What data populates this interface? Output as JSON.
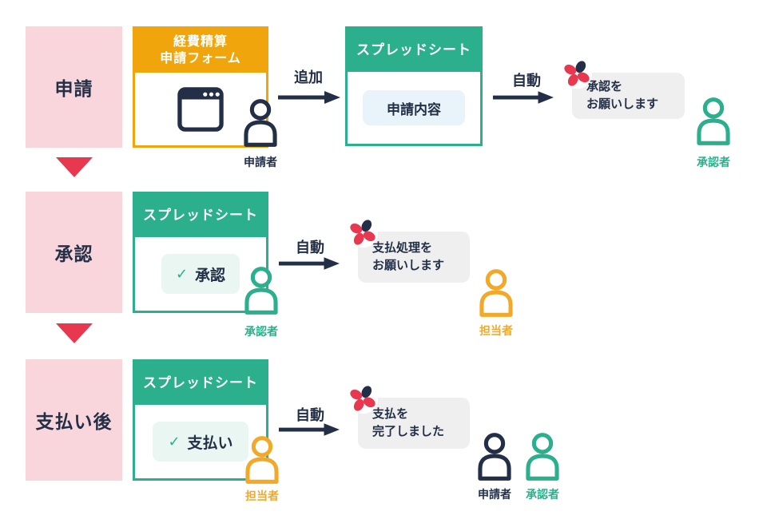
{
  "palette": {
    "navy": "#232F47",
    "green": "#2BAF8C",
    "orange": "#F0A50D",
    "orange-person": "#F2A929",
    "pink": "#F8D6DC",
    "red": "#E8384F",
    "bubble": "#EFEFEF",
    "chip-blue": "#E9F3FA",
    "chip-mint": "#E9F6F1"
  },
  "stages": [
    {
      "label": "申請"
    },
    {
      "label": "承認"
    },
    {
      "label": "支払い後"
    }
  ],
  "rows": [
    {
      "form_card": {
        "title_line1": "経費精算",
        "title_line2": "申請フォーム"
      },
      "actor": {
        "label": "申請者"
      },
      "add_arrow": {
        "label": "追加"
      },
      "sheet_card": {
        "title": "スプレッドシート",
        "chip": {
          "label": "申請内容"
        }
      },
      "auto_arrow": {
        "label": "自動"
      },
      "bubble": {
        "line1": "承認を",
        "line2": "お願いします"
      },
      "recipients": [
        {
          "label": "承認者"
        }
      ]
    },
    {
      "sheet_card": {
        "title": "スプレッドシート",
        "chip": {
          "check": "✓",
          "label": "承認"
        }
      },
      "actor": {
        "label": "承認者"
      },
      "auto_arrow": {
        "label": "自動"
      },
      "bubble": {
        "line1": "支払処理を",
        "line2": "お願いします"
      },
      "recipients": [
        {
          "label": "担当者"
        }
      ]
    },
    {
      "sheet_card": {
        "title": "スプレッドシート",
        "chip": {
          "check": "✓",
          "label": "支払い"
        }
      },
      "actor": {
        "label": "担当者"
      },
      "auto_arrow": {
        "label": "自動"
      },
      "bubble": {
        "line1": "支払を",
        "line2": "完了しました"
      },
      "recipients": [
        {
          "label": "申請者"
        },
        {
          "label": "承認者"
        }
      ]
    }
  ]
}
